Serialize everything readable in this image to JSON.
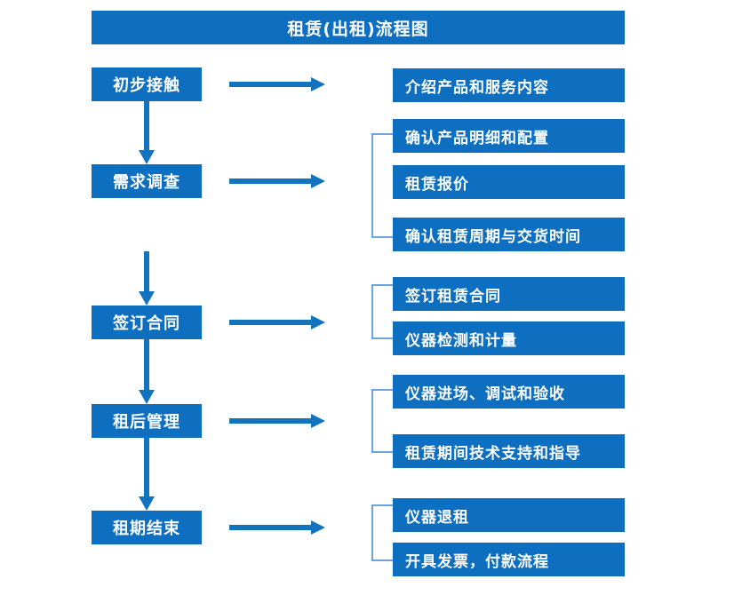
{
  "title": "租赁(出租)流程图",
  "colors": {
    "box_fill": "#0E6FC0",
    "box_text": "#FFFFFF",
    "arrow": "#1273BE",
    "bracket": "#6CA6DC",
    "background": "#FFFFFF"
  },
  "stages": [
    {
      "id": "initial-contact",
      "label": "初步接触"
    },
    {
      "id": "needs-survey",
      "label": "需求调查"
    },
    {
      "id": "sign-contract",
      "label": "签订合同"
    },
    {
      "id": "post-rental",
      "label": "租后管理"
    },
    {
      "id": "lease-end",
      "label": "租期结束"
    }
  ],
  "details": [
    {
      "id": "intro-products",
      "label": "介绍产品和服务内容"
    },
    {
      "id": "confirm-spec",
      "label": "确认产品明细和配置"
    },
    {
      "id": "rental-quote",
      "label": "租赁报价"
    },
    {
      "id": "confirm-period",
      "label": "确认租赁周期与交货时间"
    },
    {
      "id": "sign-lease",
      "label": "签订租赁合同"
    },
    {
      "id": "instrument-testing",
      "label": "仪器检测和计量"
    },
    {
      "id": "instrument-entry",
      "label": "仪器进场、调试和验收"
    },
    {
      "id": "tech-support",
      "label": "租赁期间技术支持和指导"
    },
    {
      "id": "instrument-return",
      "label": "仪器退租"
    },
    {
      "id": "invoice-payment",
      "label": "开具发票，付款流程"
    }
  ]
}
